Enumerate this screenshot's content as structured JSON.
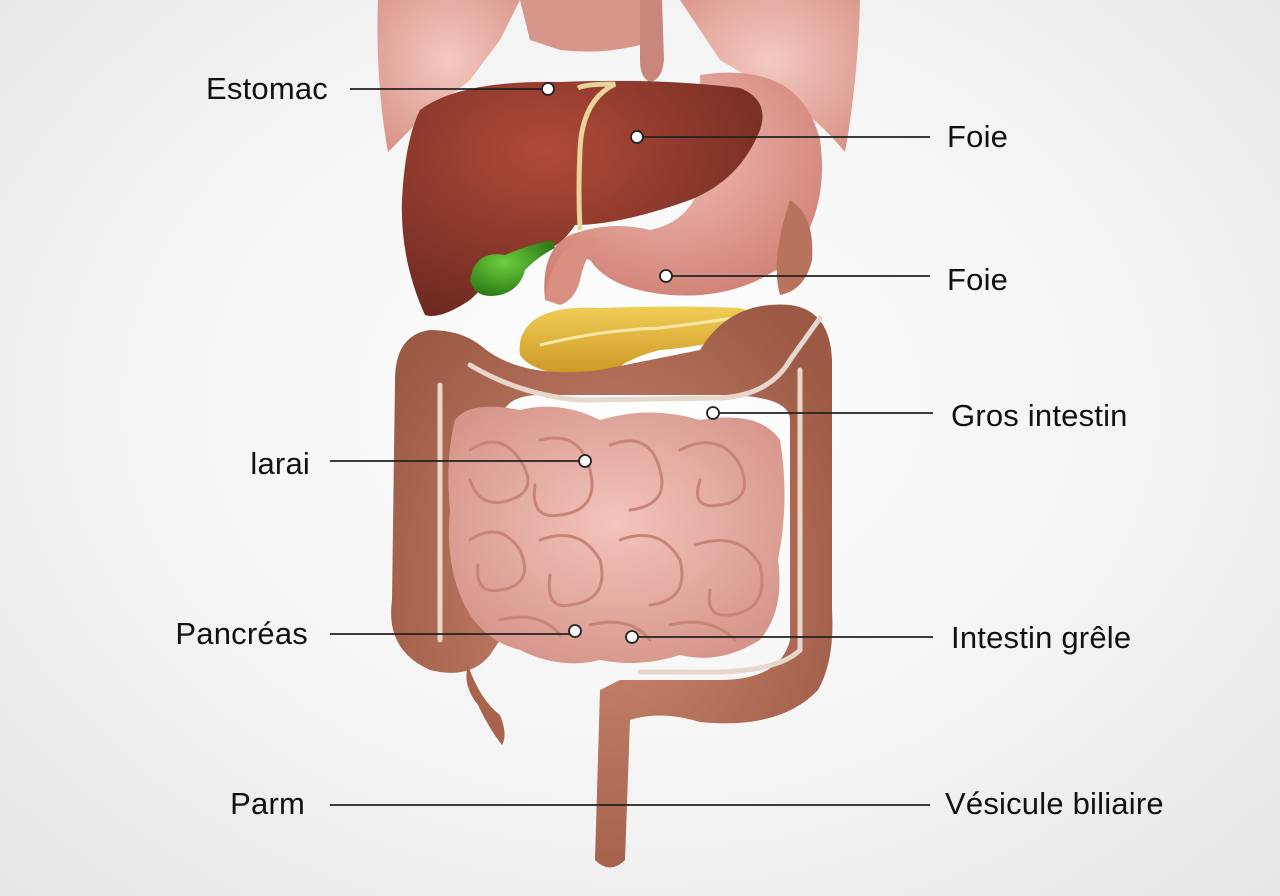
{
  "labels": {
    "estomac": "Estomac",
    "foie_1": "Foie",
    "foie_2": "Foie",
    "gros_intestin": "Gros intestin",
    "larai": "larai",
    "pancreas": "Pancréas",
    "intestin_grele": "Intestin grêle",
    "parm": "Parm",
    "vesicule_biliaire": "Vésicule biliaire"
  },
  "colors": {
    "background": "#f2f2f2",
    "liver": "#8e3a2e",
    "stomach": "#e6a49c",
    "pancreas": "#e2b53a",
    "gallbladder": "#4aa82a",
    "large_intestine": "#b8735c",
    "small_intestine": "#eab2a8",
    "lungs": "#e9b6ad",
    "leader_line": "#222222"
  }
}
